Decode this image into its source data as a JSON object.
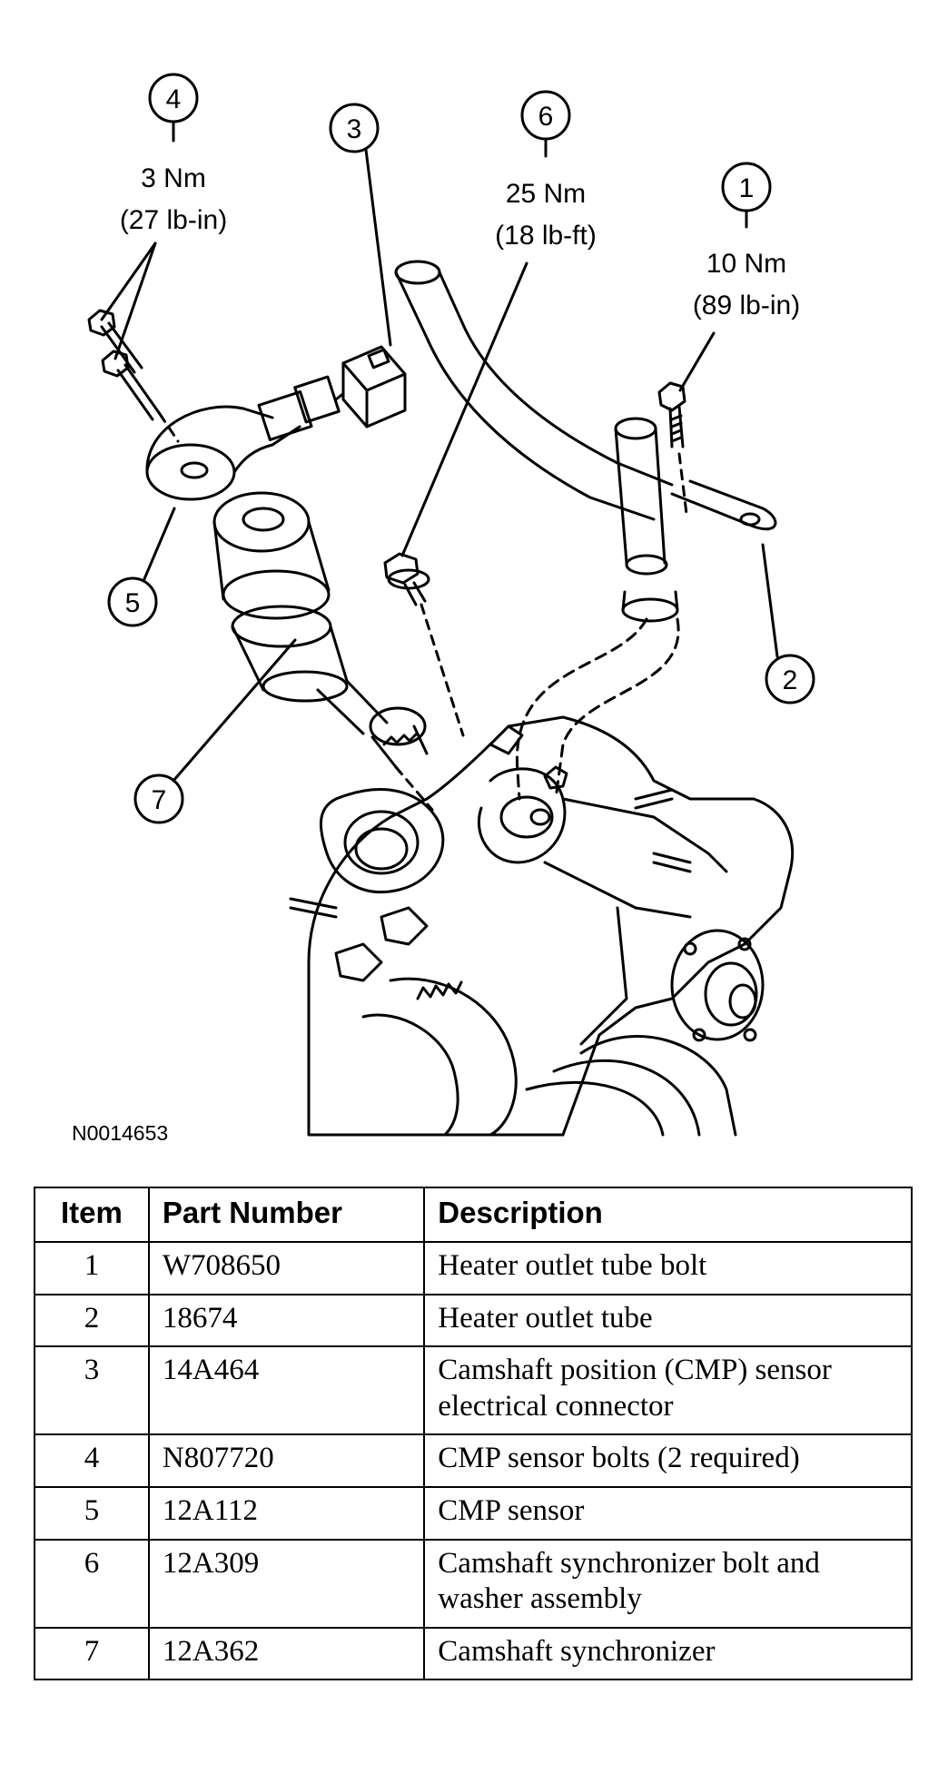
{
  "callouts": [
    {
      "number": "1",
      "line1": "10 Nm",
      "line2": "(89 lb-in)"
    },
    {
      "number": "2"
    },
    {
      "number": "3"
    },
    {
      "number": "4",
      "line1": "3 Nm",
      "line2": "(27 lb-in)"
    },
    {
      "number": "5"
    },
    {
      "number": "6",
      "line1": "25 Nm",
      "line2": "(18 lb-ft)"
    },
    {
      "number": "7"
    }
  ],
  "figure_id": "N0014653",
  "table": {
    "headers": [
      "Item",
      "Part Number",
      "Description"
    ],
    "rows": [
      {
        "item": "1",
        "part": "W708650",
        "desc": "Heater outlet tube bolt"
      },
      {
        "item": "2",
        "part": "18674",
        "desc": "Heater outlet tube"
      },
      {
        "item": "3",
        "part": "14A464",
        "desc": "Camshaft position (CMP) sensor electrical connector"
      },
      {
        "item": "4",
        "part": "N807720",
        "desc": "CMP sensor bolts (2 required)"
      },
      {
        "item": "5",
        "part": "12A112",
        "desc": "CMP sensor"
      },
      {
        "item": "6",
        "part": "12A309",
        "desc": "Camshaft synchronizer bolt and washer assembly"
      },
      {
        "item": "7",
        "part": "12A362",
        "desc": "Camshaft synchronizer"
      }
    ]
  }
}
